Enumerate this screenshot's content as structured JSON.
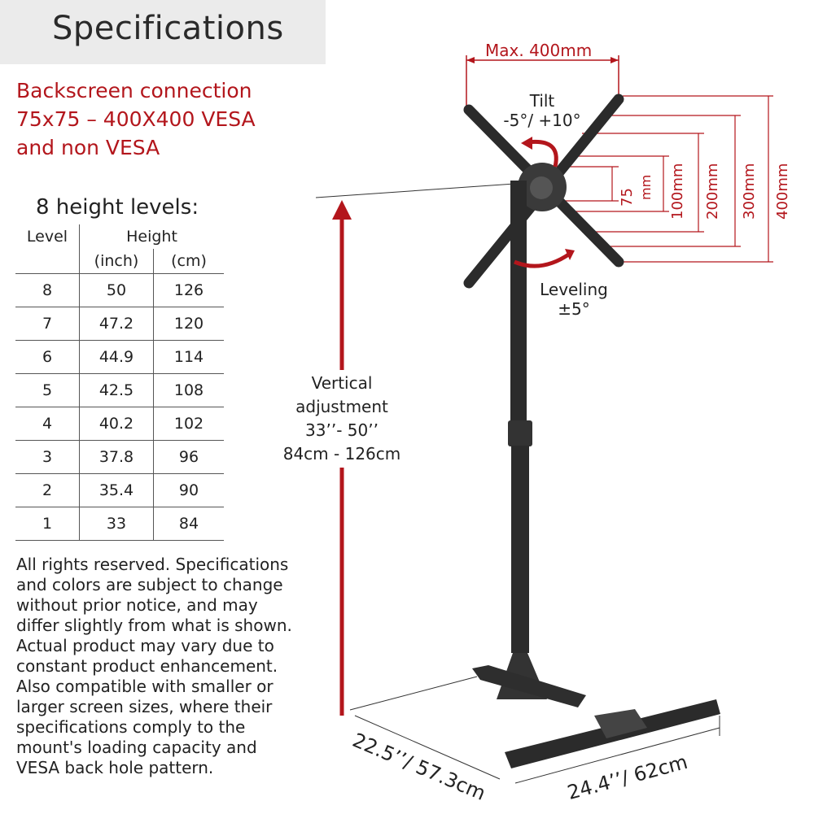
{
  "header": {
    "title": "Specifications"
  },
  "connection": {
    "line1": "Backscreen connection",
    "line2": "75x75 – 400X400 VESA",
    "line3": "and non VESA"
  },
  "levels": {
    "title": "8 height levels:",
    "col_level": "Level",
    "col_height": "Height",
    "col_inch": "(inch)",
    "col_cm": "(cm)",
    "rows": [
      {
        "level": "8",
        "inch": "50",
        "cm": "126"
      },
      {
        "level": "7",
        "inch": "47.2",
        "cm": "120"
      },
      {
        "level": "6",
        "inch": "44.9",
        "cm": "114"
      },
      {
        "level": "5",
        "inch": "42.5",
        "cm": "108"
      },
      {
        "level": "4",
        "inch": "40.2",
        "cm": "102"
      },
      {
        "level": "3",
        "inch": "37.8",
        "cm": "96"
      },
      {
        "level": "2",
        "inch": "35.4",
        "cm": "90"
      },
      {
        "level": "1",
        "inch": "33",
        "cm": "84"
      }
    ]
  },
  "disclaimer": "All rights reserved. Specifications and colors are subject to change without prior notice, and may differ slightly from what is shown. Actual product may vary due to constant product enhancement. Also compatible with smaller or larger screen sizes, where their specifications comply to the mount's loading capacity and VESA back hole pattern.",
  "diagram": {
    "max_width": "Max. 400mm",
    "tilt_label": "Tilt",
    "tilt_value": "-5°/ +10°",
    "leveling_label": "Leveling",
    "leveling_value": "±5°",
    "vesa_75": "75",
    "vesa_75_unit": "mm",
    "vesa_100": "100mm",
    "vesa_200": "200mm",
    "vesa_300": "300mm",
    "vesa_400": "400mm",
    "vertical_line1": "Vertical",
    "vertical_line2": "adjustment",
    "vertical_line3": "33’’- 50’’",
    "vertical_line4": "84cm - 126cm",
    "depth": "22.5’’/ 57.3cm",
    "width": "24.4’’/ 62cm"
  },
  "colors": {
    "accent_red": "#b3161c",
    "header_bg": "#ebebeb",
    "stand": "#2b2b2b"
  }
}
